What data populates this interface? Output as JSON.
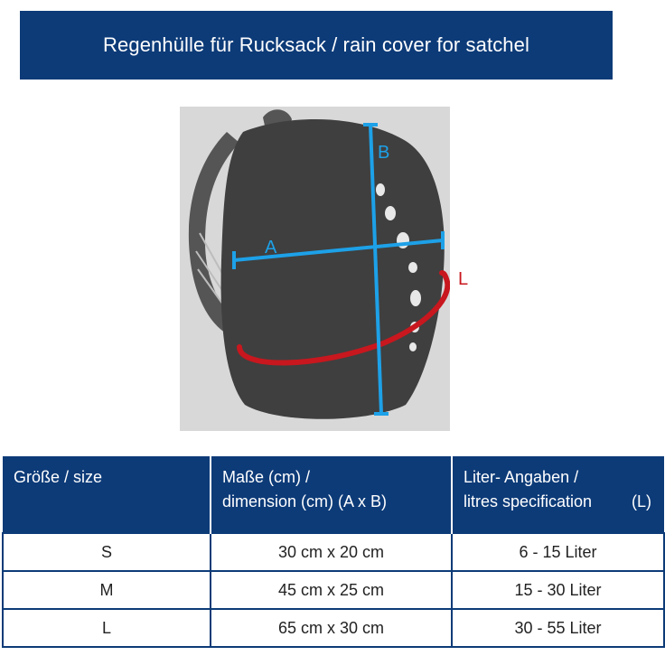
{
  "banner": {
    "title": "Regenhülle für Rucksack / rain cover for satchel"
  },
  "diagram": {
    "label_a": "A",
    "label_b": "B",
    "label_l": "L",
    "colors": {
      "backpack": "#3f3f3f",
      "background": "#d8d8d8",
      "dimension_line": "#1da1e8",
      "circumference_line": "#c8171e"
    }
  },
  "table": {
    "headers": {
      "size": "Größe / size",
      "dimension_line1": "Maße  (cm) /",
      "dimension_line2": "dimension (cm) (A x B)",
      "litres_line1": "Liter- Angaben /",
      "litres_line2": "litres specification",
      "litres_unit": "(L)"
    },
    "rows": [
      {
        "size": "S",
        "dimension": "30 cm x 20 cm",
        "litres": "6 - 15 Liter"
      },
      {
        "size": "M",
        "dimension": "45 cm x 25 cm",
        "litres": "15 - 30 Liter"
      },
      {
        "size": "L",
        "dimension": "65 cm x 30 cm",
        "litres": "30 - 55 Liter"
      }
    ]
  },
  "colors": {
    "header_blue": "#0d3b78",
    "text_white": "#ffffff"
  }
}
